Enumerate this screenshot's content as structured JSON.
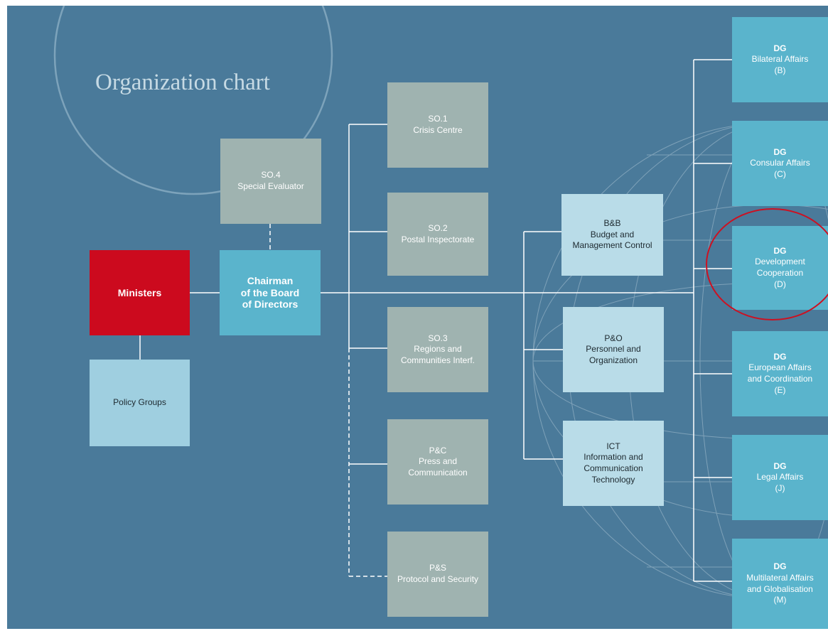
{
  "title": "Organization chart",
  "colors": {
    "background": "#4a7a9a",
    "ministers": "#cc0a1e",
    "staff_office": "#9fb3b0",
    "chairman": "#5ab4cc",
    "directorate_general": "#5ab4cc",
    "support_unit": "#b9dce8",
    "policy_groups": "#9fcfe0",
    "highlight": "#cc1122"
  },
  "nodes": {
    "ministers": [
      "Ministers"
    ],
    "policy_groups": [
      "Policy Groups"
    ],
    "chairman": [
      "Chairman",
      "of the Board",
      "of Directors"
    ],
    "so4": [
      "SO.4",
      "Special Evaluator"
    ],
    "so1": [
      "SO.1",
      "Crisis Centre"
    ],
    "so2": [
      "SO.2",
      "Postal Inspectorate"
    ],
    "so3": [
      "SO.3",
      "Regions and",
      "Communities Interf."
    ],
    "pc": [
      "P&C",
      "Press and",
      "Communication"
    ],
    "ps": [
      "P&S",
      "Protocol and Security"
    ],
    "bb": [
      "B&B",
      "Budget and",
      "Management Control"
    ],
    "po": [
      "P&O",
      "Personnel and",
      "Organization"
    ],
    "ict": [
      "ICT",
      "Information and",
      "Communication",
      "Technology"
    ],
    "dg_b": [
      "DG",
      "Bilateral Affairs",
      "(B)"
    ],
    "dg_c": [
      "DG",
      "Consular Affairs",
      "(C)"
    ],
    "dg_d": [
      "DG",
      "Development",
      "Cooperation",
      "(D)"
    ],
    "dg_e": [
      "DG",
      "European Affairs",
      "and Coordination",
      "(E)"
    ],
    "dg_j": [
      "DG",
      "Legal Affairs",
      "(J)"
    ],
    "dg_m": [
      "DG",
      "Multilateral Affairs",
      "and Globalisation",
      "(M)"
    ]
  },
  "highlighted_node": "dg_d"
}
